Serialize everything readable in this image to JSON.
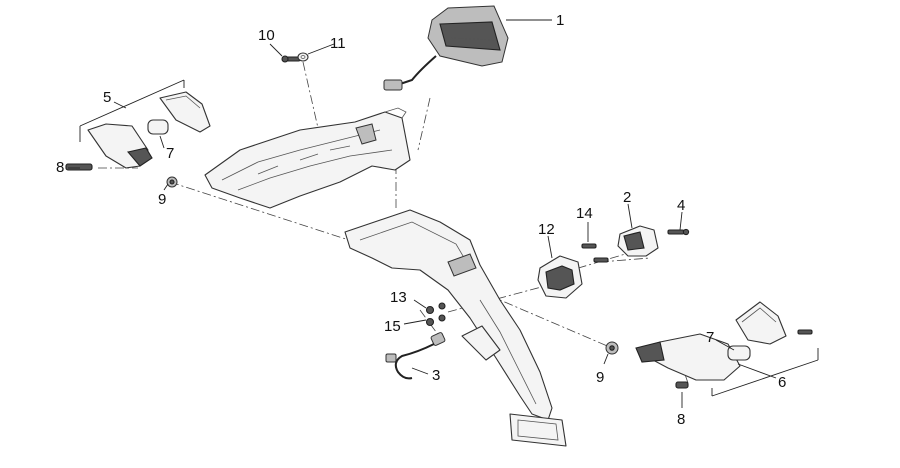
{
  "diagram": {
    "callouts": [
      {
        "id": "c1",
        "text": "1"
      },
      {
        "id": "c2",
        "text": "2"
      },
      {
        "id": "c3",
        "text": "3"
      },
      {
        "id": "c4",
        "text": "4"
      },
      {
        "id": "c5",
        "text": "5"
      },
      {
        "id": "c6",
        "text": "6"
      },
      {
        "id": "c7a",
        "text": "7"
      },
      {
        "id": "c7b",
        "text": "7"
      },
      {
        "id": "c8a",
        "text": "8"
      },
      {
        "id": "c8b",
        "text": "8"
      },
      {
        "id": "c9a",
        "text": "9"
      },
      {
        "id": "c9b",
        "text": "9"
      },
      {
        "id": "c10",
        "text": "10"
      },
      {
        "id": "c11",
        "text": "11"
      },
      {
        "id": "c12",
        "text": "12"
      },
      {
        "id": "c13",
        "text": "13"
      },
      {
        "id": "c14",
        "text": "14"
      },
      {
        "id": "c15",
        "text": "15"
      }
    ]
  }
}
